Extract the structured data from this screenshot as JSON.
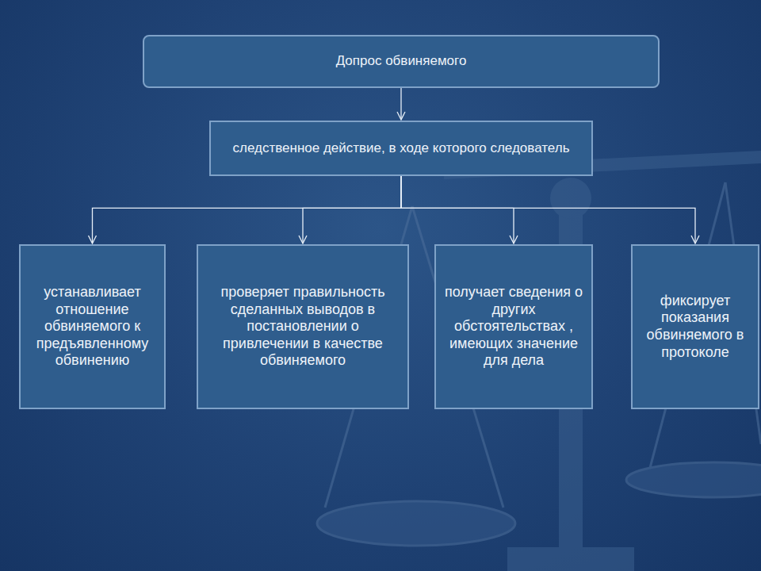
{
  "diagram": {
    "nodes": [
      {
        "text": [
          "Допрос обвиняемого"
        ]
      },
      {
        "text": [
          "следственное действие, в ходе которого следователь"
        ]
      },
      {
        "text": [
          "устанавливает отношение обвиняемого к предъявленному обвинению"
        ]
      },
      {
        "text": [
          "проверяет правильность сделанных выводов в постановлении о привлечении в качестве обвиняемого"
        ]
      },
      {
        "text": [
          "получает сведения о других обстоятельствах , имеющих значение для дела"
        ]
      },
      {
        "text": [
          "фиксирует показания обвиняемого в протоколе"
        ]
      }
    ],
    "edges": [
      {
        "from": 0,
        "to": 1,
        "arrow": "to"
      },
      {
        "from": 1,
        "to": 2,
        "arrow": "to"
      },
      {
        "from": 1,
        "to": 3,
        "arrow": "to"
      },
      {
        "from": 1,
        "to": 4,
        "arrow": "to"
      },
      {
        "from": 1,
        "to": 5,
        "arrow": "to"
      }
    ]
  }
}
